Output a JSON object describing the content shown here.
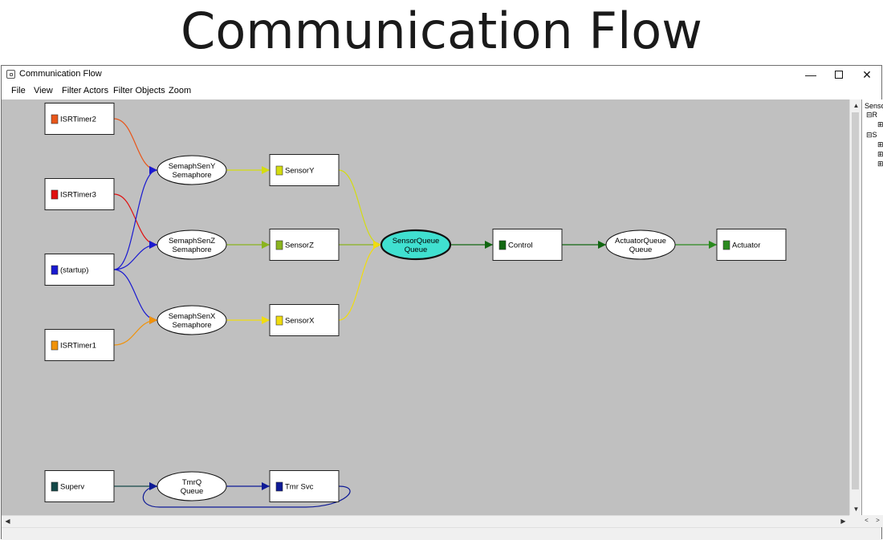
{
  "slide": {
    "title": "Communication Flow"
  },
  "window": {
    "title": "Communication Flow",
    "minimize": "—",
    "close": "✕"
  },
  "menu": {
    "items": [
      "File",
      "View",
      "Filter Actors",
      "Filter Objects",
      "Zoom"
    ]
  },
  "graph": {
    "actors": [
      {
        "id": "isrtimer2",
        "label": "ISRTimer2",
        "color": "#e8561a"
      },
      {
        "id": "isrtimer3",
        "label": "ISRTimer3",
        "color": "#e01010"
      },
      {
        "id": "startup",
        "label": "(startup)",
        "color": "#1a1ad0"
      },
      {
        "id": "isrtimer1",
        "label": "ISRTimer1",
        "color": "#f0920a"
      },
      {
        "id": "sensory",
        "label": "SensorY",
        "color": "#d4dc10"
      },
      {
        "id": "sensorz",
        "label": "SensorZ",
        "color": "#8ab41e"
      },
      {
        "id": "sensorx",
        "label": "SensorX",
        "color": "#f0dc10"
      },
      {
        "id": "control",
        "label": "Control",
        "color": "#116611"
      },
      {
        "id": "actuator",
        "label": "Actuator",
        "color": "#2a8a1e"
      },
      {
        "id": "superv",
        "label": "Superv",
        "color": "#134848"
      },
      {
        "id": "tmrsvc",
        "label": "Tmr Svc",
        "color": "#0e1a96"
      }
    ],
    "objects": [
      {
        "id": "semsy",
        "name": "SemaphSenY",
        "kind": "Semaphore",
        "highlight": false
      },
      {
        "id": "semsz",
        "name": "SemaphSenZ",
        "kind": "Semaphore",
        "highlight": false
      },
      {
        "id": "semsx",
        "name": "SemaphSenX",
        "kind": "Semaphore",
        "highlight": false
      },
      {
        "id": "sensorqueue",
        "name": "SensorQueue",
        "kind": "Queue",
        "highlight": true,
        "fill": "#40e0d0"
      },
      {
        "id": "actuatorqueue",
        "name": "ActuatorQueue",
        "kind": "Queue",
        "highlight": false
      },
      {
        "id": "tmrq",
        "name": "TmrQ",
        "kind": "Queue",
        "highlight": false
      }
    ],
    "edges": [
      {
        "from": "isrtimer2",
        "to": "semsy",
        "color": "#e8561a"
      },
      {
        "from": "isrtimer3",
        "to": "semsz",
        "color": "#e01010"
      },
      {
        "from": "startup",
        "to": "semsy",
        "color": "#1a1ad0"
      },
      {
        "from": "startup",
        "to": "semsz",
        "color": "#1a1ad0"
      },
      {
        "from": "startup",
        "to": "semsx",
        "color": "#1a1ad0"
      },
      {
        "from": "isrtimer1",
        "to": "semsx",
        "color": "#f0920a"
      },
      {
        "from": "semsy",
        "to": "sensory",
        "color": "#d4dc10"
      },
      {
        "from": "semsz",
        "to": "sensorz",
        "color": "#8ab41e"
      },
      {
        "from": "semsx",
        "to": "sensorx",
        "color": "#f0dc10"
      },
      {
        "from": "sensory",
        "to": "sensorqueue",
        "color": "#d4dc10"
      },
      {
        "from": "sensorz",
        "to": "sensorqueue",
        "color": "#8ab41e"
      },
      {
        "from": "sensorx",
        "to": "sensorqueue",
        "color": "#f0dc10"
      },
      {
        "from": "sensorqueue",
        "to": "control",
        "color": "#116611"
      },
      {
        "from": "control",
        "to": "actuatorqueue",
        "color": "#116611"
      },
      {
        "from": "actuatorqueue",
        "to": "actuator",
        "color": "#2a8a1e"
      },
      {
        "from": "superv",
        "to": "tmrq",
        "color": "#134848"
      },
      {
        "from": "tmrq",
        "to": "tmrsvc",
        "color": "#0e1a96"
      },
      {
        "from": "tmrsvc",
        "to": "tmrq",
        "color": "#0e1a96"
      }
    ]
  },
  "tree": {
    "header": "Senso",
    "items": [
      {
        "symbol": "⊟",
        "label": "R"
      },
      {
        "symbol": "⊞",
        "label": ""
      },
      {
        "symbol": "⊟",
        "label": "S"
      },
      {
        "symbol": "⊞",
        "label": ""
      },
      {
        "symbol": "⊞",
        "label": ""
      },
      {
        "symbol": "⊞",
        "label": ""
      }
    ]
  },
  "scrollbars": {
    "up": "▲",
    "down": "▼",
    "left": "◀",
    "right": "▶",
    "tree_left": "<",
    "tree_right": ">"
  }
}
